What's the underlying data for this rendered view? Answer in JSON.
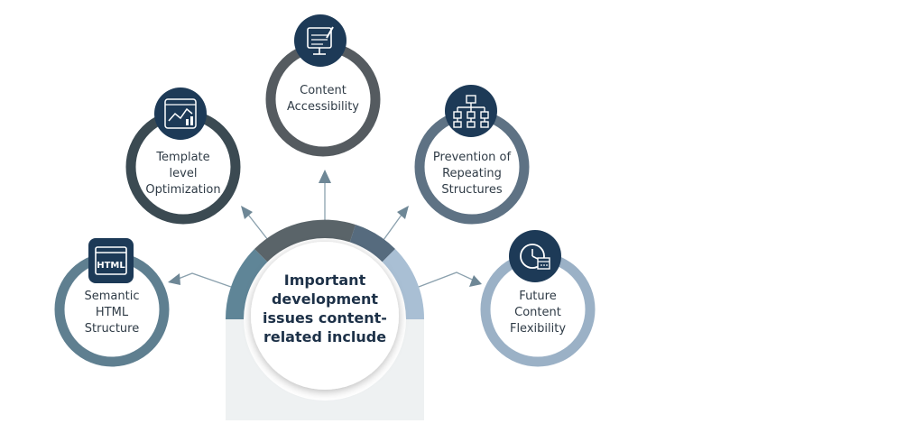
{
  "center": {
    "lines": [
      "Important",
      "development",
      "issues content-",
      "related include"
    ]
  },
  "nodes": [
    {
      "id": "semantic-html",
      "lines": [
        "Semantic",
        "HTML",
        "Structure"
      ],
      "icon": "html-icon",
      "ring_color": "#5f7f90"
    },
    {
      "id": "template-optimization",
      "lines": [
        "Template",
        "level",
        "Optimization"
      ],
      "icon": "template-chart-icon",
      "ring_color": "#3b4a52"
    },
    {
      "id": "content-accessibility",
      "lines": [
        "Content",
        "Accessibility"
      ],
      "icon": "accessibility-screen-icon",
      "ring_color": "#555b60"
    },
    {
      "id": "repeating-structures",
      "lines": [
        "Prevention of",
        "Repeating",
        "Structures"
      ],
      "icon": "hierarchy-icon",
      "ring_color": "#5e7284"
    },
    {
      "id": "future-flexibility",
      "lines": [
        "Future",
        "Content",
        "Flexibility"
      ],
      "icon": "calendar-clock-icon",
      "ring_color": "#9bb1c6"
    }
  ],
  "icons": {
    "html_text": "HTML"
  },
  "colors": {
    "icon_badge": "#1d3a57",
    "arc_1": "#5f8597",
    "arc_2": "#5a6469",
    "arc_3": "#566b7e",
    "arc_4": "#a9bfd4",
    "arrow": "#6e8796",
    "center_halo": "#eef1f2"
  }
}
